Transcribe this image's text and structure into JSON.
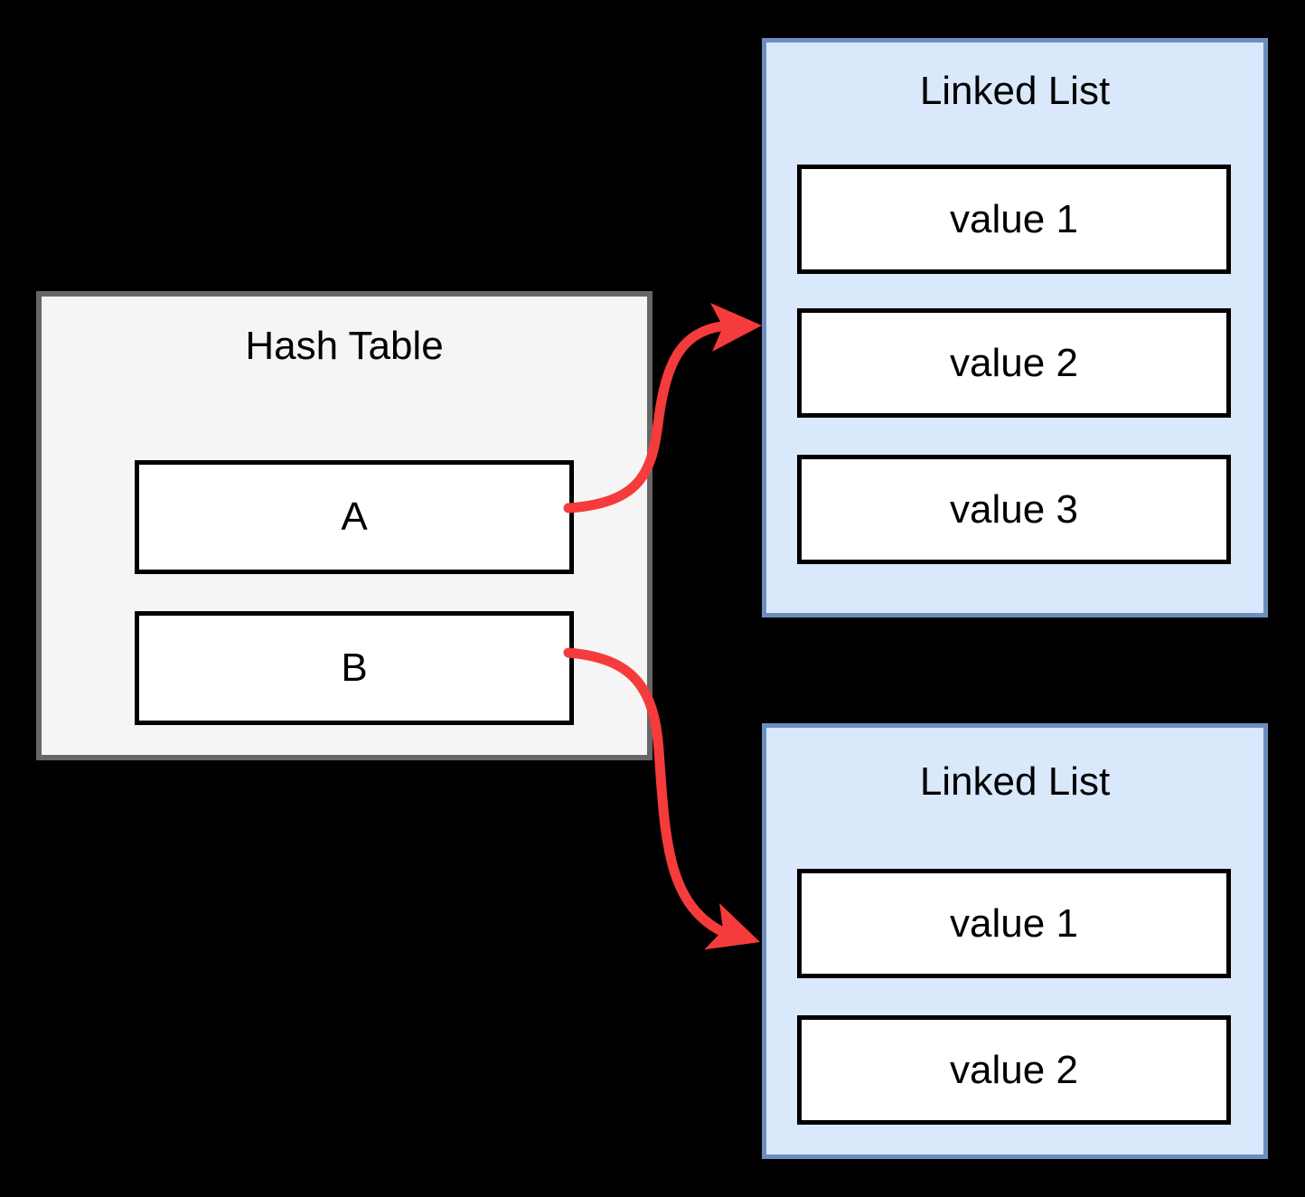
{
  "hash_table": {
    "title": "Hash Table",
    "buckets": [
      {
        "label": "A"
      },
      {
        "label": "B"
      }
    ]
  },
  "linked_lists": [
    {
      "title": "Linked List",
      "values": [
        "value 1",
        "value 2",
        "value 3"
      ]
    },
    {
      "title": "Linked List",
      "values": [
        "value 1",
        "value 2"
      ]
    }
  ],
  "colors": {
    "background": "#000000",
    "hash_fill": "#f5f5f5",
    "hash_stroke": "#666666",
    "list_fill": "#dae8fc",
    "list_stroke": "#6c8ebf",
    "node_fill": "#ffffff",
    "node_stroke": "#000000",
    "arrow": "#f53b3b"
  }
}
